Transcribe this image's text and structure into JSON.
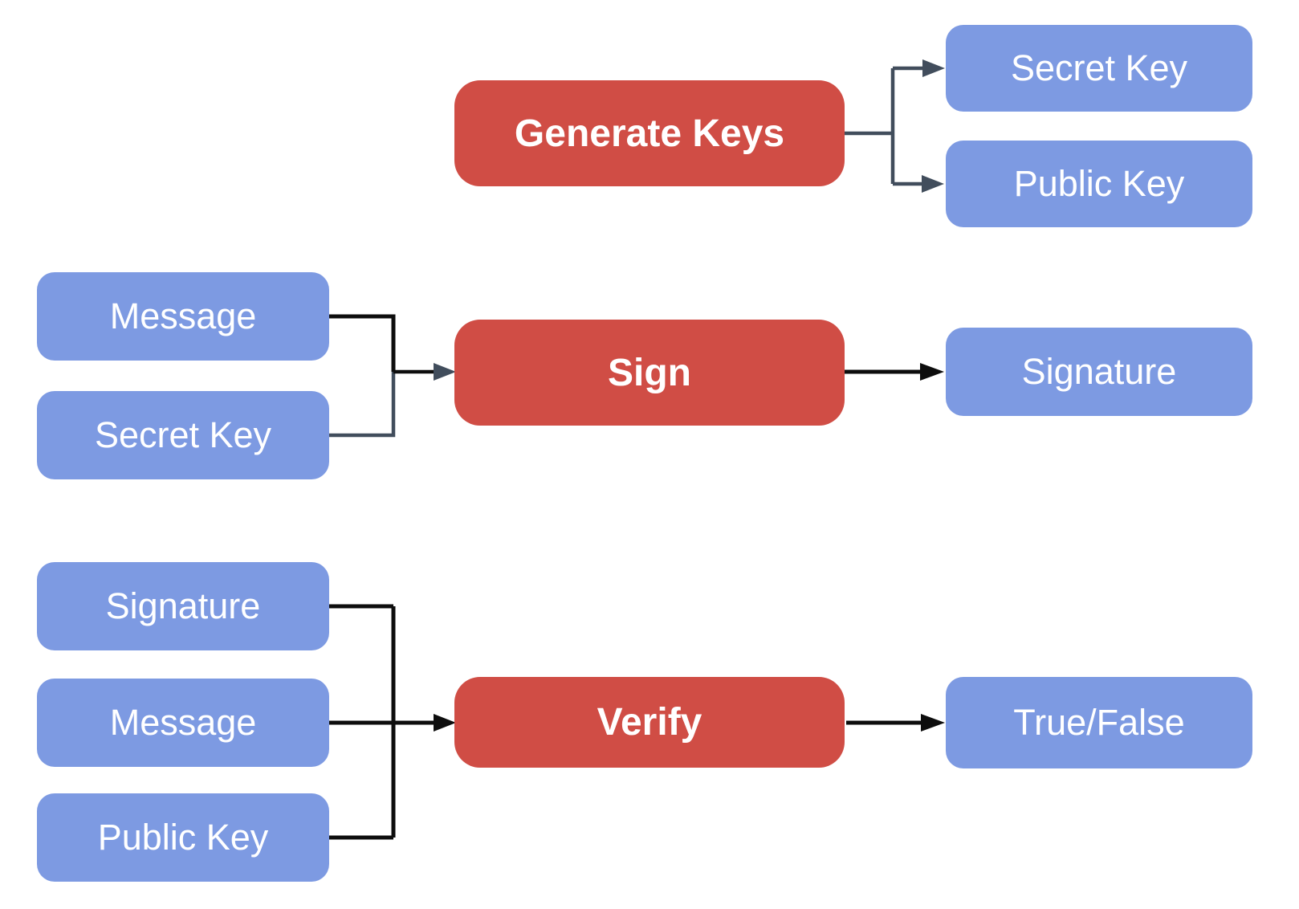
{
  "diagram": {
    "type": "flowchart"
  },
  "colors": {
    "background": "#ffffff",
    "process_fill": "#d04d45",
    "data_fill": "#7d9ae2",
    "text": "#ffffff",
    "connector_dark": "#414d5c",
    "connector_black": "#0d0d0d"
  },
  "nodes": [
    {
      "id": "generate-keys",
      "label": "Generate Keys",
      "kind": "process"
    },
    {
      "id": "secret-key-out",
      "label": "Secret Key",
      "kind": "data"
    },
    {
      "id": "public-key-out",
      "label": "Public Key",
      "kind": "data"
    },
    {
      "id": "message-sign",
      "label": "Message",
      "kind": "data"
    },
    {
      "id": "secret-key-sign",
      "label": "Secret Key",
      "kind": "data"
    },
    {
      "id": "sign",
      "label": "Sign",
      "kind": "process"
    },
    {
      "id": "signature-out",
      "label": "Signature",
      "kind": "data"
    },
    {
      "id": "signature-verify",
      "label": "Signature",
      "kind": "data"
    },
    {
      "id": "message-verify",
      "label": "Message",
      "kind": "data"
    },
    {
      "id": "public-key-verify",
      "label": "Public Key",
      "kind": "data"
    },
    {
      "id": "verify",
      "label": "Verify",
      "kind": "process"
    },
    {
      "id": "true-false",
      "label": "True/False",
      "kind": "data"
    }
  ],
  "edges": [
    {
      "from": "generate-keys",
      "to": "secret-key-out"
    },
    {
      "from": "generate-keys",
      "to": "public-key-out"
    },
    {
      "from": "message-sign",
      "to": "sign"
    },
    {
      "from": "secret-key-sign",
      "to": "sign"
    },
    {
      "from": "sign",
      "to": "signature-out"
    },
    {
      "from": "signature-verify",
      "to": "verify"
    },
    {
      "from": "message-verify",
      "to": "verify"
    },
    {
      "from": "public-key-verify",
      "to": "verify"
    },
    {
      "from": "verify",
      "to": "true-false"
    }
  ]
}
